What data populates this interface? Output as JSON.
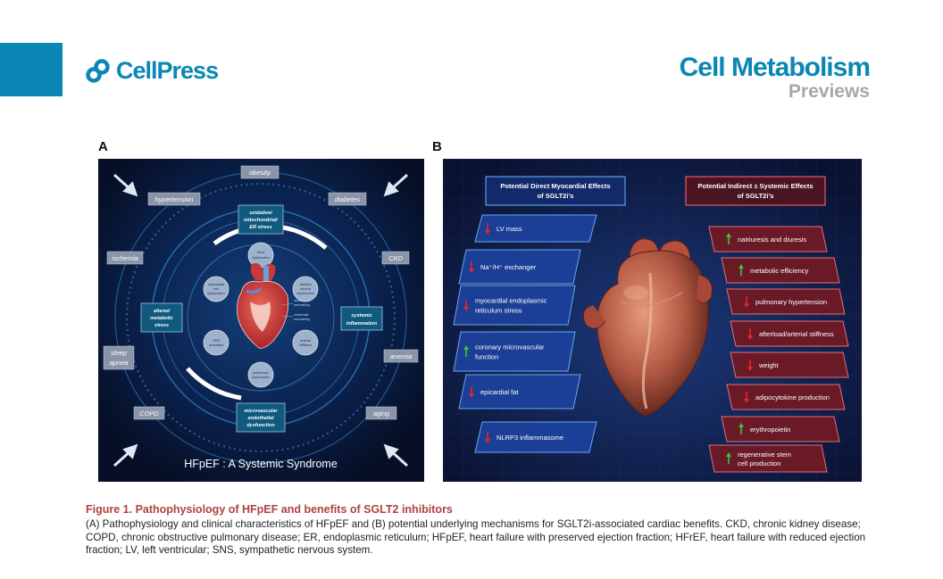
{
  "header": {
    "brand": "CellPress",
    "journal": "Cell Metabolism",
    "section": "Previews"
  },
  "panels": {
    "a_letter": "A",
    "b_letter": "B"
  },
  "panel_a": {
    "title": "HFpEF : A Systemic Syndrome",
    "outer_labels": {
      "obesity": "obesity",
      "hypertension": "hypertension",
      "diabetes": "diabetes",
      "ischemia": "ischemia",
      "ckd": "CKD",
      "sleep": "sleep",
      "apnea": "apnea",
      "anemia": "anemia",
      "copd": "COPD",
      "aging": "aging"
    },
    "mid_boxes": {
      "top": [
        "oxidative/",
        "mitochondrial/",
        "ER stress"
      ],
      "left": [
        "altered",
        "metabolic",
        "stress"
      ],
      "right": [
        "systemic",
        "inflammation"
      ],
      "bottom": [
        "microvascular",
        "endothelial",
        "dysfunction"
      ]
    },
    "inner_circles": {
      "top": [
        "renal",
        "dysfunction"
      ],
      "topleft": [
        "myocardial",
        "cell",
        "dysfunction"
      ],
      "topright": [
        "skeletal",
        "muscle",
        "dysfunction"
      ],
      "left": [
        "SNS",
        "activation"
      ],
      "right": [
        "arterial",
        "stiffness"
      ],
      "bottom": [
        "pulmonary",
        "dysfunction"
      ]
    },
    "heart_labels": [
      "atrial",
      "remodeling",
      "ventricular",
      "remodeling"
    ]
  },
  "panel_b": {
    "left_header": [
      "Potential Direct Myocardial Effects",
      "of SGLT2i's"
    ],
    "right_header": [
      "Potential Indirect ± Systemic Effects",
      "of SGLT2i's"
    ],
    "left_items": [
      {
        "dir": "down",
        "lines": [
          "LV mass"
        ]
      },
      {
        "dir": "down",
        "lines": [
          "Na⁺/H⁺ exchanger"
        ]
      },
      {
        "dir": "down",
        "lines": [
          "myocardial endoplasmic",
          "reticulum stress"
        ]
      },
      {
        "dir": "up",
        "lines": [
          "coronary microvascular",
          "function"
        ]
      },
      {
        "dir": "down",
        "lines": [
          "epicardial fat"
        ]
      },
      {
        "dir": "down",
        "lines": [
          "NLRP3 inflammasome"
        ]
      }
    ],
    "right_items": [
      {
        "dir": "up",
        "lines": [
          "natriuresis and diuresis"
        ]
      },
      {
        "dir": "up",
        "lines": [
          "metabolic efficiency"
        ]
      },
      {
        "dir": "down",
        "lines": [
          "pulmonary hypertension"
        ]
      },
      {
        "dir": "down",
        "lines": [
          "afterload/arterial stiffness"
        ]
      },
      {
        "dir": "down",
        "lines": [
          "weight"
        ]
      },
      {
        "dir": "down",
        "lines": [
          "adipocytokine production"
        ]
      },
      {
        "dir": "up",
        "lines": [
          "erythropoietin"
        ]
      },
      {
        "dir": "up",
        "lines": [
          "regenerative stem",
          "cell production"
        ]
      }
    ]
  },
  "caption": {
    "title": "Figure 1.  Pathophysiology of HFpEF and benefits of SGLT2 inhibitors",
    "body": "(A) Pathophysiology and clinical characteristics of HFpEF and (B) potential underlying mechanisms for SGLT2i-associated cardiac benefits. CKD, chronic kidney disease; COPD, chronic obstructive pulmonary disease; ER, endoplasmic reticulum; HFpEF, heart failure with preserved ejection fraction; HFrEF, heart failure with reduced ejection fraction; LV, left ventricular; SNS, sympathetic nervous system."
  },
  "colors": {
    "brand": "#0a87b4",
    "caption_title": "#b0413e",
    "arrow_up": "#3cc43c",
    "arrow_down": "#e02828"
  },
  "icons": {
    "brand_logo": "cellpress-logo-icon",
    "arrow_up": "arrow-up-icon",
    "arrow_down": "arrow-down-icon"
  }
}
